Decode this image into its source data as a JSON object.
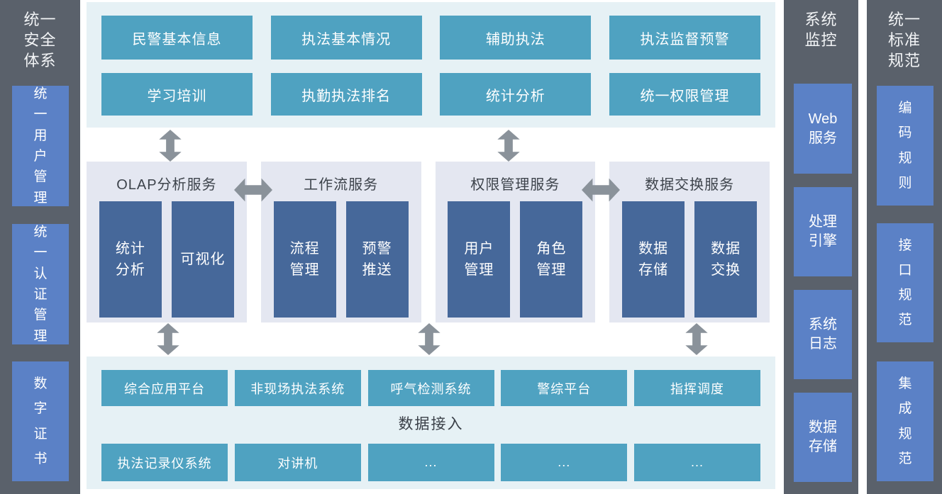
{
  "security_sidebar": {
    "title": "统一\n安全\n体系",
    "items": [
      "统一用户管理",
      "统一认证管理",
      "数字证书"
    ]
  },
  "application_layer": {
    "row1": [
      "民警基本信息",
      "执法基本情况",
      "辅助执法",
      "执法监督预警"
    ],
    "row2": [
      "学习培训",
      "执勤执法排名",
      "统计分析",
      "统一权限管理"
    ]
  },
  "service_layer": {
    "panels": [
      {
        "title": "OLAP分析服务",
        "items": [
          "统计\n分析",
          "可视化"
        ]
      },
      {
        "title": "工作流服务",
        "items": [
          "流程\n管理",
          "预警\n推送"
        ]
      },
      {
        "title": "权限管理服务",
        "items": [
          "用户\n管理",
          "角色\n管理"
        ]
      },
      {
        "title": "数据交换服务",
        "items": [
          "数据\n存储",
          "数据\n交换"
        ]
      }
    ]
  },
  "access_layer": {
    "title": "数据接入",
    "row1": [
      "综合应用平台",
      "非现场执法系统",
      "呼气检测系统",
      "警综平台",
      "指挥调度"
    ],
    "row2": [
      "执法记录仪系统",
      "对讲机",
      "...",
      "...",
      "..."
    ]
  },
  "monitor_sidebar": {
    "title": "系统\n监控",
    "items": [
      "Web\n服务",
      "处理\n引擎",
      "系统\n日志",
      "数据\n存储"
    ]
  },
  "standard_sidebar": {
    "title": "统一\n标准\n规范",
    "items": [
      "编码规则",
      "接口规范",
      "集成规范"
    ]
  },
  "colors": {
    "teal_button": "#4fa2c1",
    "navy_module": "#46689a",
    "slate_column": "#5a616b",
    "blue_box": "#5b81c6",
    "band_background": "#e6f1f5",
    "panel_background": "#e4e7f1",
    "arrow_gray": "#8a929a"
  }
}
